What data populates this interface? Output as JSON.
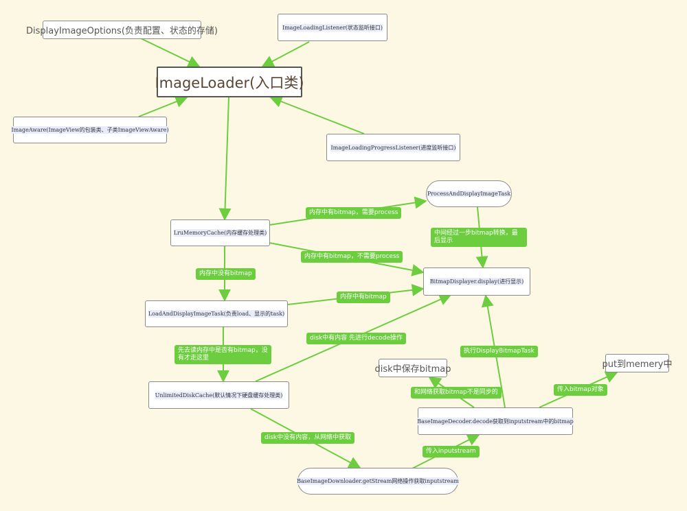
{
  "nodes": {
    "options": "DisplayImageOptions(负责配置、状态的存储)",
    "listener": "ImageLoadingListener(状态监听接口)",
    "loader": "ImageLoader(入口类)",
    "aware": "ImageAware(ImageView的包装类、子类ImageViewAware)",
    "progress": "ImageLoadingProgressListener(进度监听接口)",
    "lru": "LruMemoryCache(内存缓存处理类)",
    "process_task": "ProcessAndDisplayImageTask",
    "displayer": "BitmapDisplayer.display(进行显示)",
    "load_task": "LoadAndDisplayImageTask(负责load、显示的task)",
    "disk_cache": "UnlimitedDiskCache(默认情况下硬盘缓存处理类)",
    "disk_save": "disk中保存bitmap",
    "put_memory": "put到memery中",
    "decoder": "BaseImageDecoder.decode获取到inputstream中的bitmap",
    "downloader": "BaseImageDownloader.getStream网络操作获取inputstream"
  },
  "labels": {
    "need_process": "内存中有bitmap，需要process",
    "no_process": "内存中有bitmap，不需要process",
    "convert": "中间经过一步bitmap转换，最后显示",
    "no_bitmap": "内存中没有bitmap",
    "has_bitmap": "内存中有bitmap",
    "first_read": "先去读内存中是否有bitmap，没有才走这里",
    "disk_has": "disk中有内容 先进行decode操作",
    "exec_task": "执行DisplayBitmapTask",
    "async": "和网络获取bitmap不是同步的",
    "pass_bitmap": "传入bitmap对象",
    "disk_none": "disk中没有内容，从网络中获取",
    "pass_stream": "传入inputstream"
  },
  "colors": {
    "edge": "#6ccd3f",
    "background": "#fcf8e3"
  }
}
